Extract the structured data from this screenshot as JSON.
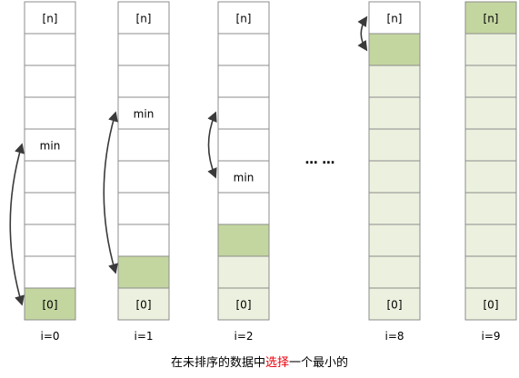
{
  "arrays": [
    {
      "top_label": "[n]",
      "bottom_label": "[0]",
      "index_label": "i=0",
      "cell_fills": [
        "white",
        "white",
        "white",
        "white",
        "white",
        "white",
        "white",
        "white",
        "white",
        "sorted_new"
      ],
      "min_cell": 4,
      "min_label": "min",
      "swap_arrow": {
        "from": 4,
        "to": 9
      }
    },
    {
      "top_label": "[n]",
      "bottom_label": "[0]",
      "index_label": "i=1",
      "cell_fills": [
        "white",
        "white",
        "white",
        "white",
        "white",
        "white",
        "white",
        "white",
        "sorted_new",
        "sorted"
      ],
      "min_cell": 3,
      "min_label": "min",
      "swap_arrow": {
        "from": 3,
        "to": 8
      }
    },
    {
      "top_label": "[n]",
      "bottom_label": "[0]",
      "index_label": "i=2",
      "cell_fills": [
        "white",
        "white",
        "white",
        "white",
        "white",
        "white",
        "white",
        "sorted_new",
        "sorted",
        "sorted"
      ],
      "min_cell": 5,
      "min_label": "min",
      "swap_arrow": {
        "from": 3,
        "to": 5
      }
    },
    {
      "top_label": "[n]",
      "bottom_label": "[0]",
      "index_label": "i=8",
      "cell_fills": [
        "white",
        "sorted_new",
        "sorted",
        "sorted",
        "sorted",
        "sorted",
        "sorted",
        "sorted",
        "sorted",
        "sorted"
      ],
      "min_cell": null,
      "min_label": "",
      "swap_arrow": {
        "from": 0,
        "to": 1
      }
    },
    {
      "top_label": "[n]",
      "bottom_label": "[0]",
      "index_label": "i=9",
      "cell_fills": [
        "sorted_new",
        "sorted",
        "sorted",
        "sorted",
        "sorted",
        "sorted",
        "sorted",
        "sorted",
        "sorted",
        "sorted"
      ],
      "min_cell": null,
      "min_label": "",
      "swap_arrow": null
    }
  ],
  "ellipsis": "… …",
  "caption": {
    "before": "在未排序的数据中",
    "highlight": "选择",
    "after": "一个最小的"
  },
  "colors": {
    "cell_border": "#8c8c8c",
    "white": "#ffffff",
    "sorted": "#ebf1de",
    "sorted_new": "#c4d6a0",
    "arrow": "#3a3a3a",
    "highlight": "#e8000b"
  }
}
